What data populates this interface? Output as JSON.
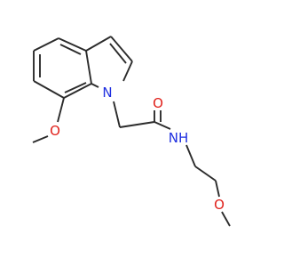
{
  "molecule": {
    "atoms": {
      "n_indole": {
        "label": "N",
        "color": "#1f2fe0"
      },
      "o_methoxy_aryl": {
        "label": "O",
        "color": "#e0201a"
      },
      "o_carbonyl": {
        "label": "O",
        "color": "#e0201a"
      },
      "n_amide": {
        "label": "NH",
        "color": "#1f2fe0"
      },
      "o_methoxy_alkyl": {
        "label": "O",
        "color": "#e0201a"
      }
    },
    "bond_color": "#2b2b2b"
  }
}
